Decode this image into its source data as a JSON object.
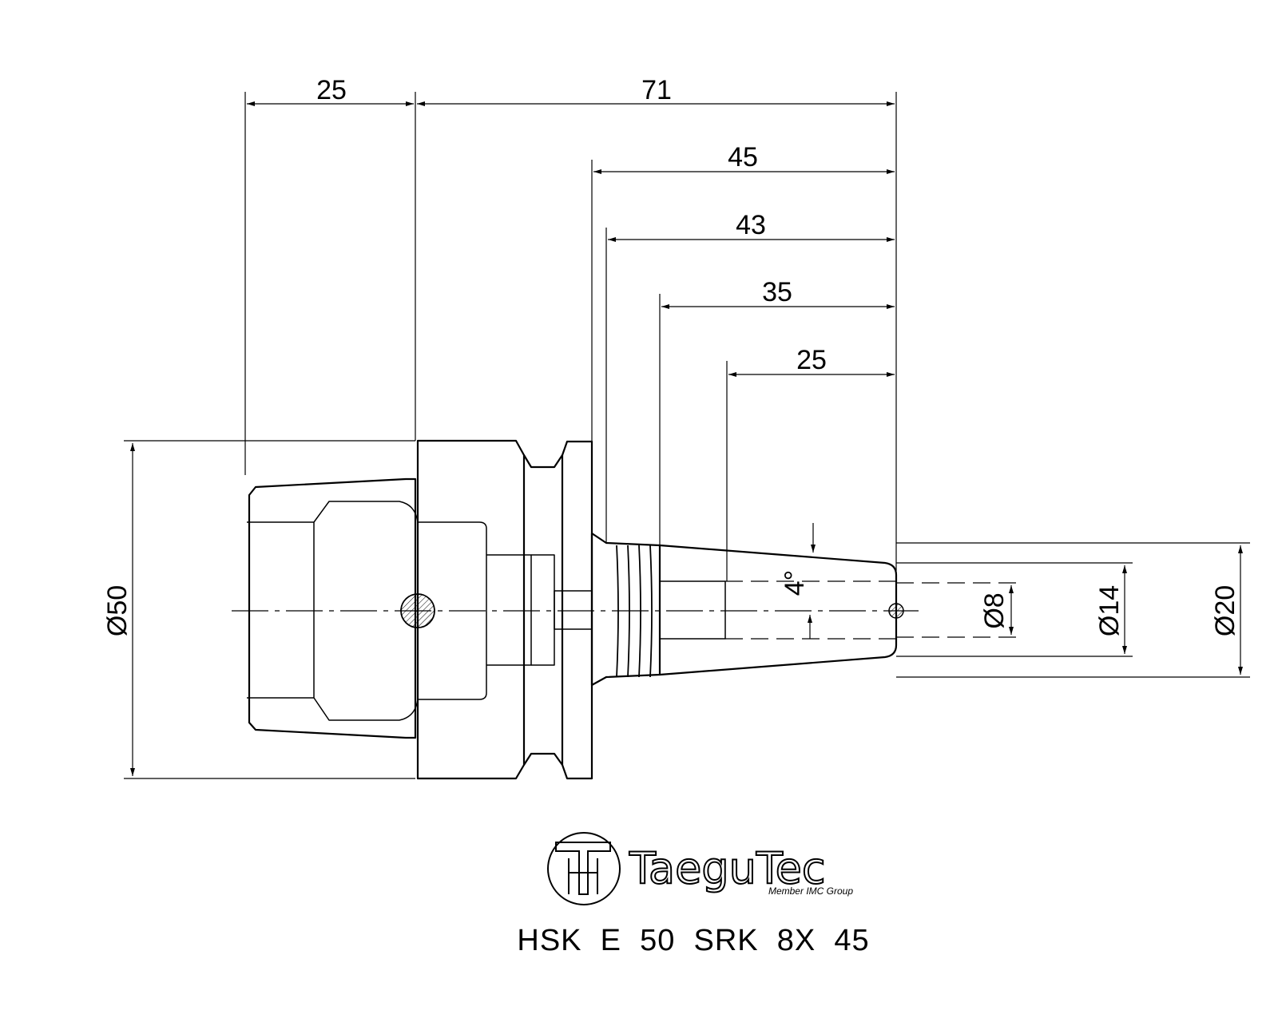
{
  "dimensions": {
    "top_left": "25",
    "overall": "71",
    "d45": "45",
    "d43": "43",
    "d35": "35",
    "d25": "25",
    "dia50": "Ø50",
    "dia8": "Ø8",
    "dia14": "Ø14",
    "dia20": "Ø20",
    "angle": "4°"
  },
  "logo": {
    "brand": "TaeguTec",
    "tagline": "Member IMC Group"
  },
  "caption": "HSK  E  50  SRK  8X  45"
}
